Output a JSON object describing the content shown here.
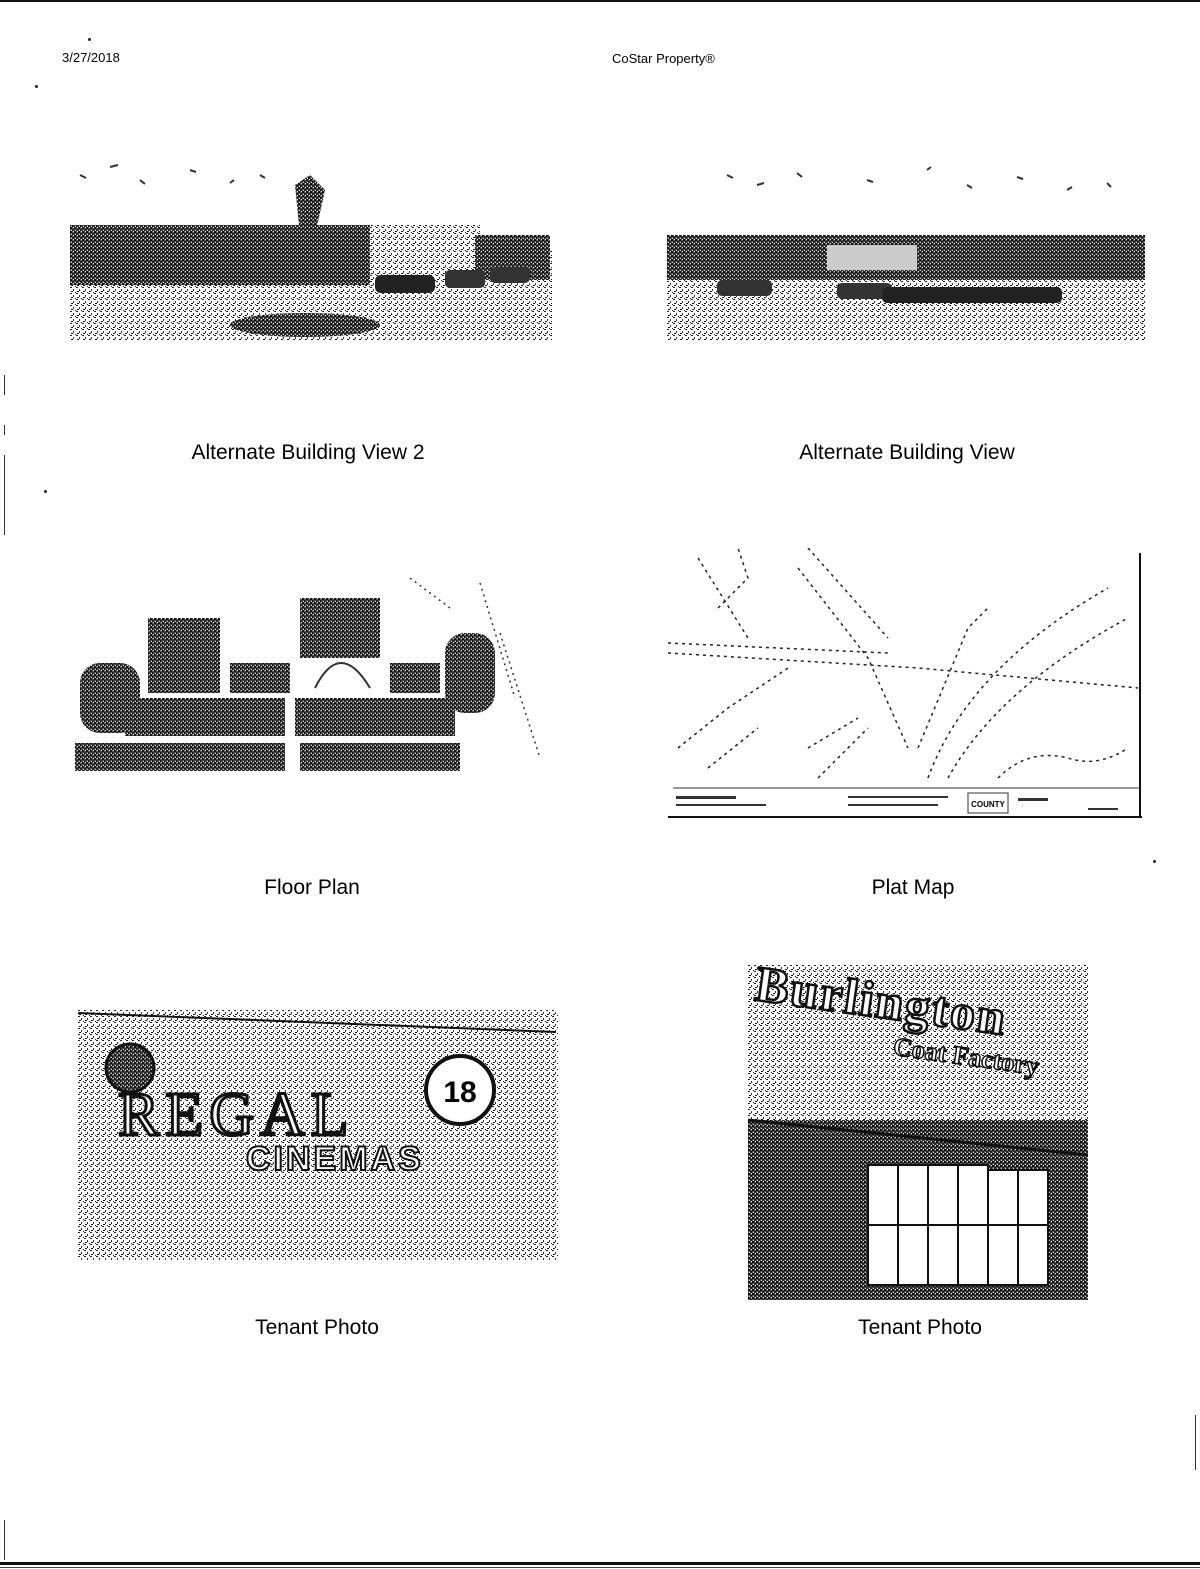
{
  "header": {
    "date": "3/27/2018",
    "brand": "CoStar Property®"
  },
  "figures": [
    {
      "caption": "Alternate Building View 2"
    },
    {
      "caption": "Alternate Building View"
    },
    {
      "caption": "Floor Plan"
    },
    {
      "caption": "Plat Map"
    },
    {
      "caption": "Tenant Photo"
    },
    {
      "caption": "Tenant Photo"
    }
  ],
  "signs": {
    "regal_word": "REGAL",
    "regal_sub": "CINEMAS",
    "regal_number": "18",
    "burlington_word": "Burlington",
    "burlington_sub": "Coat Factory"
  },
  "plat_map": {
    "legend_word": "COUNTY"
  }
}
